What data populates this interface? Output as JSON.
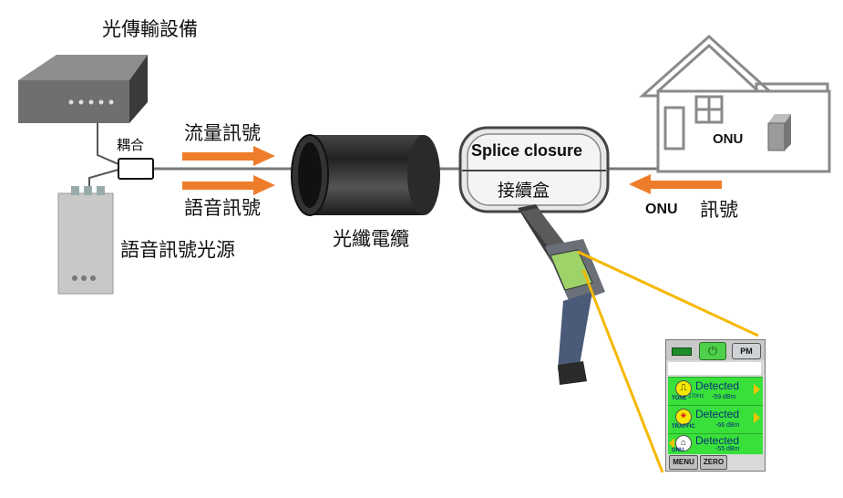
{
  "labels": {
    "equipment": "光傳輸設備",
    "coupler": "耦合",
    "traffic_signal": "流量訊號",
    "voice_signal": "語音訊號",
    "voice_source": "語音訊號光源",
    "fiber_cable": "光纖電纜",
    "splice_en": "Splice closure",
    "splice_zh": "接續盒",
    "onu_house": "ONU",
    "onu_signal_a": "ONU",
    "onu_signal_b": "訊號"
  },
  "screen": {
    "pm": "PM",
    "rows": [
      {
        "status": "Detected",
        "type": "TONE",
        "freq": "270Hz",
        "level": "-59 dBm"
      },
      {
        "status": "Detected",
        "type": "TRAFFIC",
        "freq": "",
        "level": "-66 dBm"
      },
      {
        "status": "Detected",
        "type": "ONU",
        "freq": "",
        "level": "-55 dBm"
      }
    ],
    "menu": "MENU",
    "zero": "ZERO"
  },
  "colors": {
    "arrow": "#ee7d2b",
    "callout": "#f5b800",
    "screen_row": "#39e039"
  }
}
